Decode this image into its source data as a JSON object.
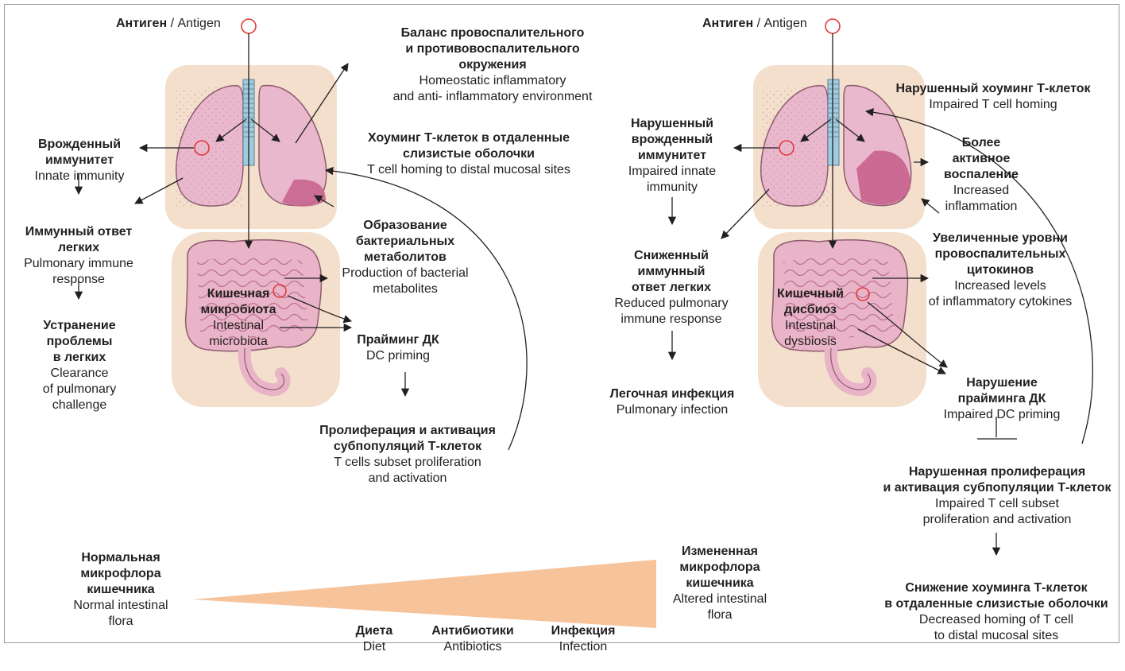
{
  "colors": {
    "lung_fill": "#e9b8cc",
    "lung_dark": "#c9658f",
    "organ_halo": "#f3dfcc",
    "intestine_fill": "#eab4c8",
    "antigen_ring": "#e03a3a",
    "wedge": "#f6c39b",
    "trachea": "#9fcbe0",
    "text": "#231f20"
  },
  "diagram": {
    "healthy": {
      "antigen": {
        "ru": "Антиген",
        "en": "/ Antigen"
      },
      "balance": {
        "ru": "Баланс провоспалительного\nи противовоспалительного окружения",
        "en": "Homeostatic inflammatory\nand anti- inflammatory environment"
      },
      "homing": {
        "ru": "Хоуминг Т-клеток в отдаленные\nслизистые оболочки",
        "en": "T cell homing to distal mucosal sites"
      },
      "innate": {
        "ru": "Врожденный\nиммунитет",
        "en": "Innate immunity"
      },
      "pulm_response": {
        "ru": "Иммунный ответ\nлегких",
        "en": "Pulmonary immune\nresponse"
      },
      "clearance": {
        "ru": "Устранение\nпроблемы\nв легких",
        "en": "Clearance\nof pulmonary\nchallenge"
      },
      "metabolites": {
        "ru": "Образование\nбактериальных\nметаболитов",
        "en": "Production of bacterial\nmetabolites"
      },
      "microbiota": {
        "ru": "Кишечная\nмикробиота",
        "en": "Intestinal\nmicrobiota"
      },
      "dc_priming": {
        "ru": "Прайминг ДК",
        "en": "DC priming"
      },
      "proliferation": {
        "ru": "Пролиферация и активация\nсубпопуляций Т-клеток",
        "en": "T cells subset proliferation\nand activation"
      }
    },
    "altered": {
      "antigen": {
        "ru": "Антиген",
        "en": "/ Antigen"
      },
      "impaired_homing": {
        "ru": "Нарушенный хоуминг Т-клеток",
        "en": "Impaired T cell homing"
      },
      "impaired_innate": {
        "ru": "Нарушенный\nврожденный\nиммунитет",
        "en": "Impaired innate\nimmunity"
      },
      "inflammation": {
        "ru": "Более\nактивное\nвоспаление",
        "en": "Increased\ninflammation"
      },
      "reduced_response": {
        "ru": "Сниженный\nиммунный\nответ легких",
        "en": "Reduced pulmonary\nimmune response"
      },
      "cytokines": {
        "ru": "Увеличенные уровни\nпровоспалительных\nцитокинов",
        "en": "Increased levels\nof inflammatory cytokines"
      },
      "dysbiosis": {
        "ru": "Кишечный\nдисбиоз",
        "en": "Intestinal\ndysbiosis"
      },
      "infection": {
        "ru": "Легочная инфекция",
        "en": "Pulmonary infection"
      },
      "dc_impaired": {
        "ru": "Нарушение\nпрайминга ДК",
        "en": "Impaired DC priming"
      },
      "impaired_prolif": {
        "ru": "Нарушенная пролиферация\nи активация субпопуляции Т-клеток",
        "en": "Impaired T cell subset\nproliferation and activation"
      },
      "decreased_homing": {
        "ru": "Снижение хоуминга Т-клеток\nв отдаленные слизистые оболочки",
        "en": "Decreased homing of T cell\nto distal mucosal sites"
      }
    },
    "bottom": {
      "normal_flora": {
        "ru": "Нормальная\nмикрофлора\nкишечника",
        "en": "Normal intestinal\nflora"
      },
      "altered_flora": {
        "ru": "Измененная\nмикрофлора\nкишечника",
        "en": "Altered intestinal\nflora"
      },
      "diet": {
        "ru": "Диета",
        "en": "Diet"
      },
      "antibiotics": {
        "ru": "Антибиотики",
        "en": "Antibiotics"
      },
      "infection": {
        "ru": "Инфекция",
        "en": "Infection"
      }
    }
  }
}
